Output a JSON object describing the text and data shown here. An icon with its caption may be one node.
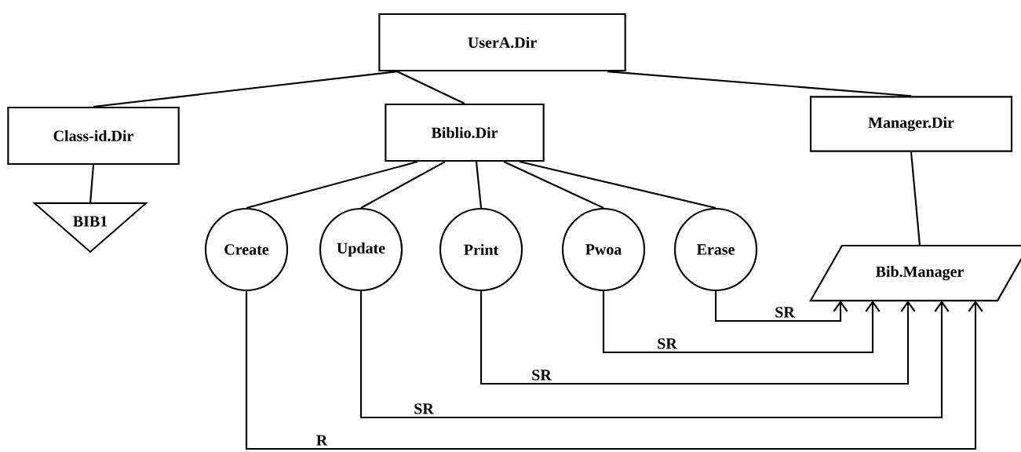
{
  "diagram": {
    "nodes": [
      {
        "text": [
          "UserA.Dir"
        ]
      },
      {
        "text": [
          "Class-id.Dir"
        ]
      },
      {
        "text": [
          "Biblio.Dir"
        ]
      },
      {
        "text": [
          "Manager.Dir"
        ]
      },
      {
        "text": [
          "BIB1"
        ]
      },
      {
        "text": [
          "Create"
        ]
      },
      {
        "text": [
          "Update"
        ]
      },
      {
        "text": [
          "Print"
        ]
      },
      {
        "text": [
          "Pwoa"
        ]
      },
      {
        "text": [
          "Erase"
        ]
      },
      {
        "text": [
          "Bib.Manager"
        ]
      }
    ],
    "edges": [
      {
        "from": 0,
        "to": 1,
        "arrow": "none"
      },
      {
        "from": 0,
        "to": 2,
        "arrow": "none"
      },
      {
        "from": 0,
        "to": 3,
        "arrow": "none"
      },
      {
        "from": 1,
        "to": 4,
        "arrow": "none"
      },
      {
        "from": 2,
        "to": 5,
        "arrow": "none"
      },
      {
        "from": 2,
        "to": 6,
        "arrow": "none"
      },
      {
        "from": 2,
        "to": 7,
        "arrow": "none"
      },
      {
        "from": 2,
        "to": 8,
        "arrow": "none"
      },
      {
        "from": 2,
        "to": 9,
        "arrow": "none"
      },
      {
        "from": 3,
        "to": 10,
        "arrow": "none"
      },
      {
        "from": 9,
        "to": 10,
        "arrow": "to",
        "label": "SR"
      },
      {
        "from": 8,
        "to": 10,
        "arrow": "to",
        "label": "SR"
      },
      {
        "from": 7,
        "to": 10,
        "arrow": "to",
        "label": "SR"
      },
      {
        "from": 6,
        "to": 10,
        "arrow": "to",
        "label": "SR"
      },
      {
        "from": 5,
        "to": 10,
        "arrow": "to",
        "label": "R"
      }
    ]
  }
}
